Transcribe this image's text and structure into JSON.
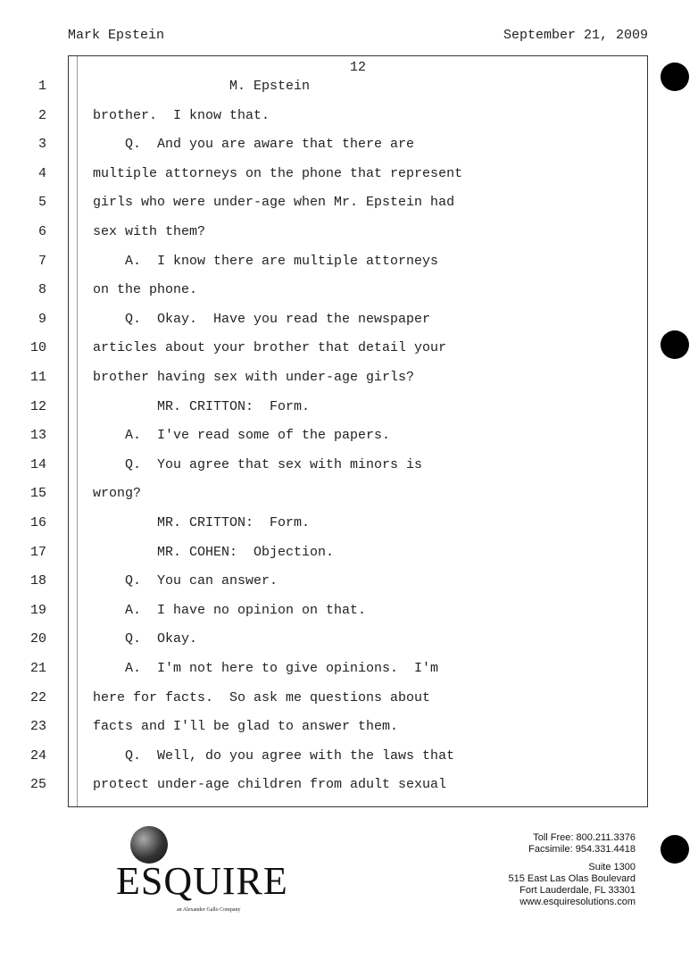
{
  "header": {
    "left": "Mark Epstein",
    "right": "September 21, 2009"
  },
  "page_number": "12",
  "lines": [
    {
      "n": "1",
      "t": "                 M. Epstein"
    },
    {
      "n": "2",
      "t": "brother.  I know that."
    },
    {
      "n": "3",
      "t": "    Q.  And you are aware that there are"
    },
    {
      "n": "4",
      "t": "multiple attorneys on the phone that represent"
    },
    {
      "n": "5",
      "t": "girls who were under-age when Mr. Epstein had"
    },
    {
      "n": "6",
      "t": "sex with them?"
    },
    {
      "n": "7",
      "t": "    A.  I know there are multiple attorneys"
    },
    {
      "n": "8",
      "t": "on the phone."
    },
    {
      "n": "9",
      "t": "    Q.  Okay.  Have you read the newspaper"
    },
    {
      "n": "10",
      "t": "articles about your brother that detail your"
    },
    {
      "n": "11",
      "t": "brother having sex with under-age girls?"
    },
    {
      "n": "12",
      "t": "        MR. CRITTON:  Form."
    },
    {
      "n": "13",
      "t": "    A.  I've read some of the papers."
    },
    {
      "n": "14",
      "t": "    Q.  You agree that sex with minors is"
    },
    {
      "n": "15",
      "t": "wrong?"
    },
    {
      "n": "16",
      "t": "        MR. CRITTON:  Form."
    },
    {
      "n": "17",
      "t": "        MR. COHEN:  Objection."
    },
    {
      "n": "18",
      "t": "    Q.  You can answer."
    },
    {
      "n": "19",
      "t": "    A.  I have no opinion on that."
    },
    {
      "n": "20",
      "t": "    Q.  Okay."
    },
    {
      "n": "21",
      "t": "    A.  I'm not here to give opinions.  I'm"
    },
    {
      "n": "22",
      "t": "here for facts.  So ask me questions about"
    },
    {
      "n": "23",
      "t": "facts and I'll be glad to answer them."
    },
    {
      "n": "24",
      "t": "    Q.  Well, do you agree with the laws that"
    },
    {
      "n": "25",
      "t": "protect under-age children from adult sexual"
    }
  ],
  "footer": {
    "logo_text": "ESQUIRE",
    "logo_sub": "an Alexander Gallo Company",
    "toll_free": "Toll Free: 800.211.3376",
    "fax": "Facsimile: 954.331.4418",
    "suite": "Suite 1300",
    "street": "515 East Las Olas Boulevard",
    "city": "Fort Lauderdale, FL 33301",
    "web": "www.esquiresolutions.com"
  }
}
